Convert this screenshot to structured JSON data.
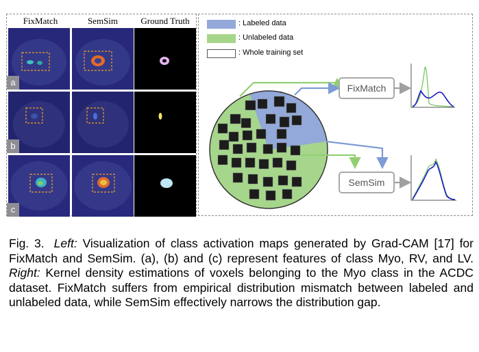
{
  "figure": {
    "headers": [
      "FixMatch",
      "SemSim",
      "Ground Truth"
    ],
    "rows": [
      {
        "label": "a",
        "gt_color": "#e6b5ef"
      },
      {
        "label": "b",
        "gt_color": "#f4e36a"
      },
      {
        "label": "c",
        "gt_color": "#bfe7f6"
      }
    ],
    "legend": [
      {
        "label": ": Labeled data",
        "color": "#92a9d9"
      },
      {
        "label": ": Unlabeled data",
        "color": "#a6d68b"
      },
      {
        "label": ": Whole training set",
        "color": "#ffffff"
      }
    ],
    "nodes": {
      "fixmatch": "FixMatch",
      "semsim": "SemSim"
    },
    "colors": {
      "labeled_arrow": "#7d9bd4",
      "unlabeled_arrow": "#92cf73",
      "gray_arrow": "#a0a0a0",
      "kde_blue": "#1a1ac8",
      "kde_green": "#7fc96b",
      "cam_bg": "#27287a"
    }
  },
  "caption": {
    "label": "Fig. 3.",
    "left_label": "Left:",
    "left_text": " Visualization of class activation maps generated by Grad-CAM [17] for FixMatch and SemSim. (a), (b) and (c) represent features of class Myo, RV, and LV. ",
    "right_label": "Right:",
    "right_text": " Kernel density estimations of voxels belonging to the Myo class in the ACDC dataset. FixMatch suffers from empirical distribution mismatch between labeled and unlabeled data, while SemSim effectively narrows the distribution gap."
  }
}
